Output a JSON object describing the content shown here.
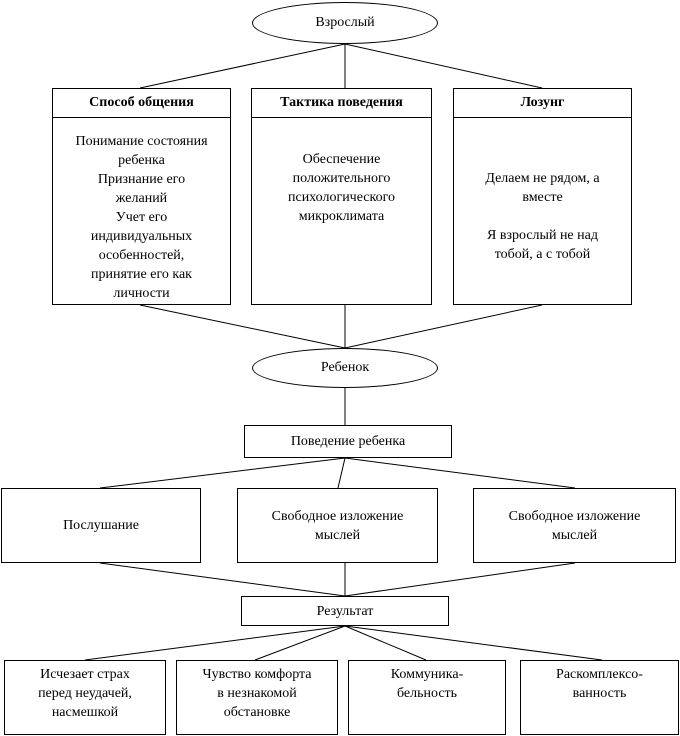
{
  "adult": "Взрослый",
  "columns": [
    {
      "title": "Способ общения",
      "lines": [
        "Понимание состояния",
        "ребенка",
        "Признание его",
        "желаний",
        "Учет его",
        "индивидуальных",
        "особенностей,",
        "принятие его как",
        "личности"
      ]
    },
    {
      "title": "Тактика поведения",
      "lines": [
        "Обеспечение",
        "положительного",
        "психологического",
        "микроклимата"
      ]
    },
    {
      "title": "Лозунг",
      "lines": [
        "Делаем не рядом, а",
        "вместе"
      ],
      "lines2": [
        "Я взрослый не над",
        "тобой, а с тобой"
      ]
    }
  ],
  "child": "Ребенок",
  "behavior": "Поведение ребенка",
  "behavior_items": [
    {
      "lines": [
        "Послушание"
      ]
    },
    {
      "lines": [
        "Свободное изложение",
        "мыслей"
      ]
    },
    {
      "lines": [
        "Свободное изложение",
        "мыслей"
      ]
    }
  ],
  "result": "Результат",
  "result_items": [
    {
      "lines": [
        "Исчезает страх",
        "перед неудачей,",
        "насмешкой"
      ]
    },
    {
      "lines": [
        "Чувство комфорта",
        "в незнакомой",
        "обстановке"
      ]
    },
    {
      "lines": [
        "Коммуника-",
        "бельность"
      ]
    },
    {
      "lines": [
        "Раскомплексо-",
        "ванность"
      ]
    }
  ]
}
